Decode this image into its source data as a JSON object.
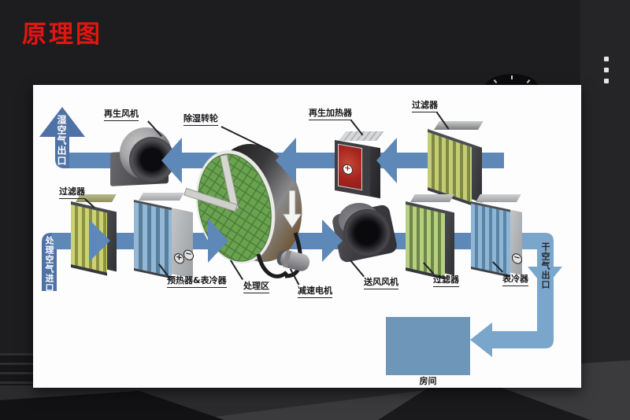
{
  "title": "原理图",
  "diagram": {
    "flows": {
      "wet_air_outlet": "湿空气出口",
      "process_air_inlet": "处理空气进口",
      "dry_air_outlet": "干空气出口"
    },
    "components": {
      "regen_fan": "再生风机",
      "rotor": "除湿转轮",
      "regen_heater": "再生加热器",
      "filter_top": "过滤器",
      "filter_inlet": "过滤器",
      "preheater_cooler": "预热器&表冷器",
      "process_zone": "处理区",
      "gear_motor": "减速电机",
      "supply_fan": "送风风机",
      "filter_supply": "过滤器",
      "surface_cooler": "表冷器",
      "room": "房间"
    },
    "symbols": {
      "plus": "+",
      "minus": "−"
    }
  },
  "colors": {
    "accent_red": "#e31511",
    "band_blue": "#5d88b7",
    "entry_blue": "#4f72a6",
    "light_blue": "#7ba6cc",
    "room_blue": "#6e96b9",
    "rotor_green": "#69a350"
  }
}
